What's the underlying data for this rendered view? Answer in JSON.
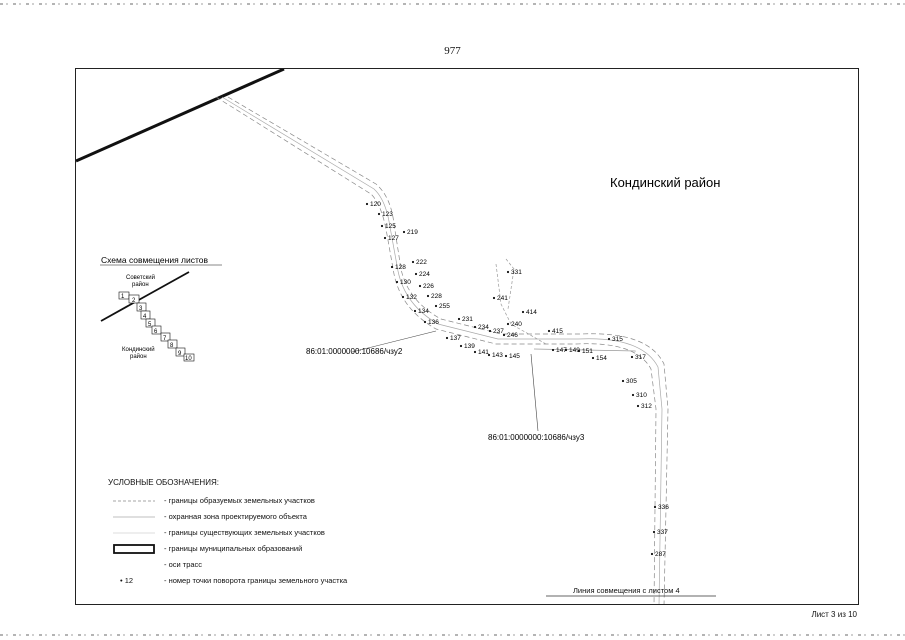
{
  "page_number": "977",
  "region_label": "Кондинский район",
  "scheme": {
    "title": "Схема совмещения листов",
    "region_top": [
      "Советский",
      "район"
    ],
    "region_bottom": [
      "Кондинский",
      "район"
    ],
    "sheets": [
      "1",
      "2",
      "3",
      "4",
      "5",
      "6",
      "7",
      "8",
      "9",
      "10"
    ]
  },
  "parcels": [
    {
      "label": "86:01:0000000:10686/чзу2"
    },
    {
      "label": "86:01:0000000:10686/чзу3"
    }
  ],
  "points": [
    {
      "label": "120"
    },
    {
      "label": "123"
    },
    {
      "label": "125"
    },
    {
      "label": "127"
    },
    {
      "label": "219"
    },
    {
      "label": "222"
    },
    {
      "label": "128"
    },
    {
      "label": "224"
    },
    {
      "label": "130"
    },
    {
      "label": "226"
    },
    {
      "label": "132"
    },
    {
      "label": "228"
    },
    {
      "label": "255"
    },
    {
      "label": "134"
    },
    {
      "label": "136"
    },
    {
      "label": "231"
    },
    {
      "label": "137"
    },
    {
      "label": "234"
    },
    {
      "label": "237"
    },
    {
      "label": "246"
    },
    {
      "label": "139"
    },
    {
      "label": "141"
    },
    {
      "label": "143"
    },
    {
      "label": "145"
    },
    {
      "label": "331"
    },
    {
      "label": "241"
    },
    {
      "label": "414"
    },
    {
      "label": "240"
    },
    {
      "label": "415"
    },
    {
      "label": "147"
    },
    {
      "label": "149"
    },
    {
      "label": "151"
    },
    {
      "label": "154"
    },
    {
      "label": "315"
    },
    {
      "label": "317"
    },
    {
      "label": "305"
    },
    {
      "label": "310"
    },
    {
      "label": "312"
    },
    {
      "label": "336"
    },
    {
      "label": "337"
    },
    {
      "label": "287"
    }
  ],
  "legend": {
    "title": "УСЛОВНЫЕ ОБОЗНАЧЕНИЯ:",
    "items": [
      {
        "text": "- границы образуемых земельных участков"
      },
      {
        "text": "- охранная зона проектируемого объекта"
      },
      {
        "text": "- границы существующих земельных участков"
      },
      {
        "text": "- границы муниципальных образований"
      },
      {
        "text": "- оси трасс"
      },
      {
        "text": "- номер точки поворота границы земельного участка",
        "sample": "• 12"
      }
    ]
  },
  "junction_line_label": "Линия совмещения с листом 4",
  "sheet_label": "Лист 3 из 10"
}
